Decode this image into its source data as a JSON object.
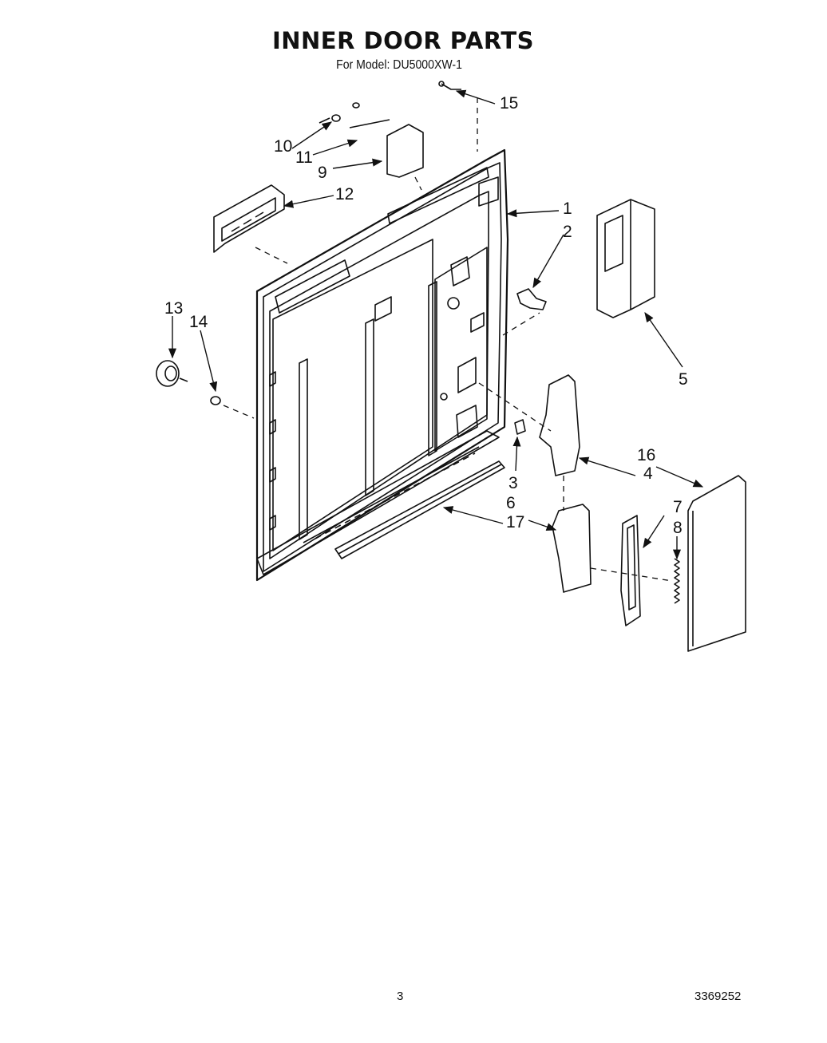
{
  "title": "INNER DOOR PARTS",
  "subtitle": "For Model: DU5000XW-1",
  "page_number": "3",
  "document_number": "3369252",
  "callouts": [
    "1",
    "2",
    "3",
    "4",
    "5",
    "6",
    "7",
    "8",
    "9",
    "10",
    "11",
    "12",
    "13",
    "14",
    "15",
    "16",
    "17"
  ]
}
